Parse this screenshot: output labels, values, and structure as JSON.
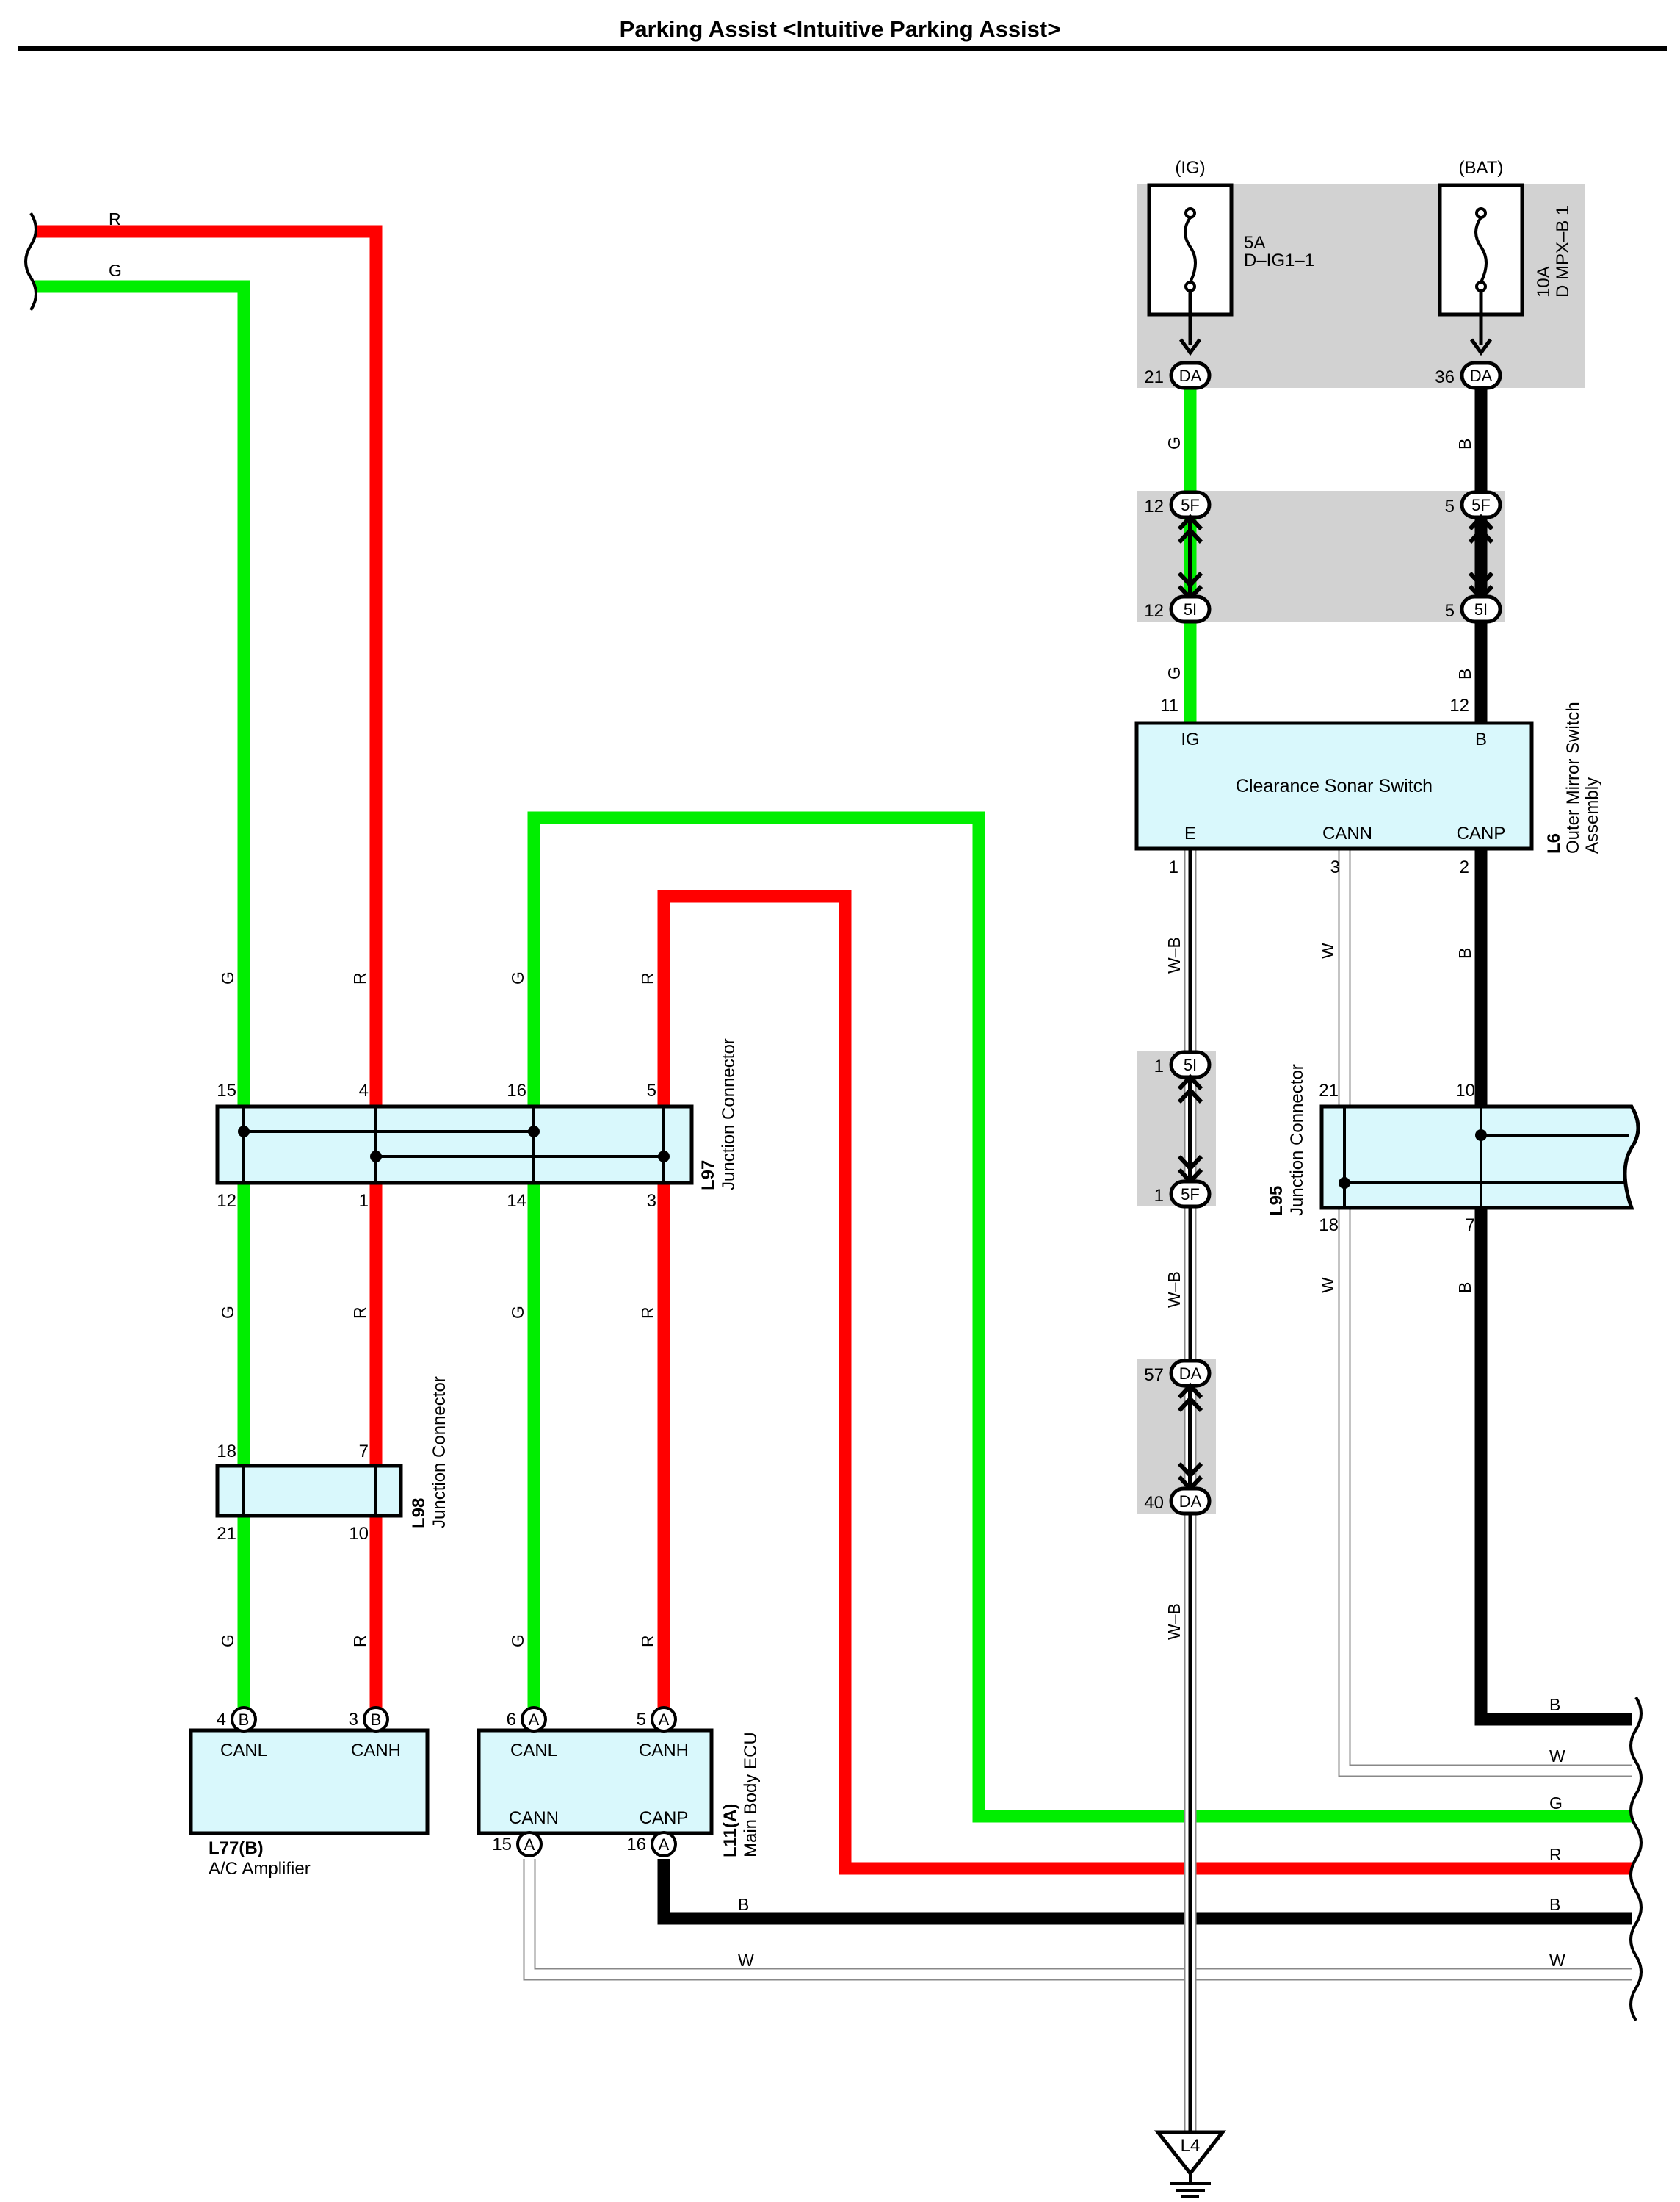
{
  "title": "Parking Assist <Intuitive Parking Assist>",
  "colors": {
    "wire_red": "#ff0000",
    "wire_green": "#00ee00",
    "wire_black": "#000000",
    "wire_white": "#ffffff",
    "component_fill": "#d9f8fc",
    "shade": "#d2d2d2"
  },
  "power": {
    "ig_label": "(IG)",
    "bat_label": "(BAT)",
    "fuse_ig_rating": "5A",
    "fuse_ig_name": "D–IG1–1",
    "fuse_bat_rating": "10A",
    "fuse_bat_name": "D MPX–B 1"
  },
  "connectors": {
    "da": "DA",
    "f5": "5F",
    "i5": "5I",
    "a": "A",
    "b": "B"
  },
  "pins": {
    "ig_da": "21",
    "bat_da": "36",
    "ig_5f": "12",
    "ig_5i": "12",
    "bat_5f": "5",
    "bat_5i": "5",
    "sw_ig": "11",
    "sw_b": "12",
    "sw_e": "1",
    "sw_cann": "3",
    "sw_canp": "2",
    "e_5i": "1",
    "e_5f": "1",
    "e_da1": "57",
    "e_da2": "40",
    "l95_top_left": "21",
    "l95_top_right": "10",
    "l95_bot_left": "18",
    "l95_bot_right": "7",
    "l97_top_1": "15",
    "l97_top_2": "4",
    "l97_top_3": "16",
    "l97_top_4": "5",
    "l97_bot_1": "12",
    "l97_bot_2": "1",
    "l97_bot_3": "14",
    "l97_bot_4": "3",
    "l98_top_1": "18",
    "l98_top_2": "7",
    "l98_bot_1": "21",
    "l98_bot_2": "10",
    "ac_canl": "4",
    "ac_canh": "3",
    "ecu_canl": "6",
    "ecu_canh": "5",
    "ecu_cann": "15",
    "ecu_canp": "16"
  },
  "wire_labels": {
    "r": "R",
    "g": "G",
    "b": "B",
    "w": "W",
    "wb": "W–B"
  },
  "components": {
    "switch": {
      "name": "Clearance Sonar Switch",
      "ig": "IG",
      "b": "B",
      "e": "E",
      "cann": "CANN",
      "canp": "CANP",
      "code": "L6",
      "desc1": "Outer Mirror Switch",
      "desc2": "Assembly"
    },
    "l97": {
      "code": "L97",
      "desc": "Junction Connector"
    },
    "l98": {
      "code": "L98",
      "desc": "Junction Connector"
    },
    "l95": {
      "code": "L95",
      "desc": "Junction Connector"
    },
    "ac": {
      "code": "L77(B)",
      "desc": "A/C Amplifier",
      "canl": "CANL",
      "canh": "CANH"
    },
    "ecu": {
      "code": "L11(A)",
      "desc": "Main Body ECU",
      "canl": "CANL",
      "canh": "CANH",
      "cann": "CANN",
      "canp": "CANP"
    },
    "ground": "L4"
  }
}
